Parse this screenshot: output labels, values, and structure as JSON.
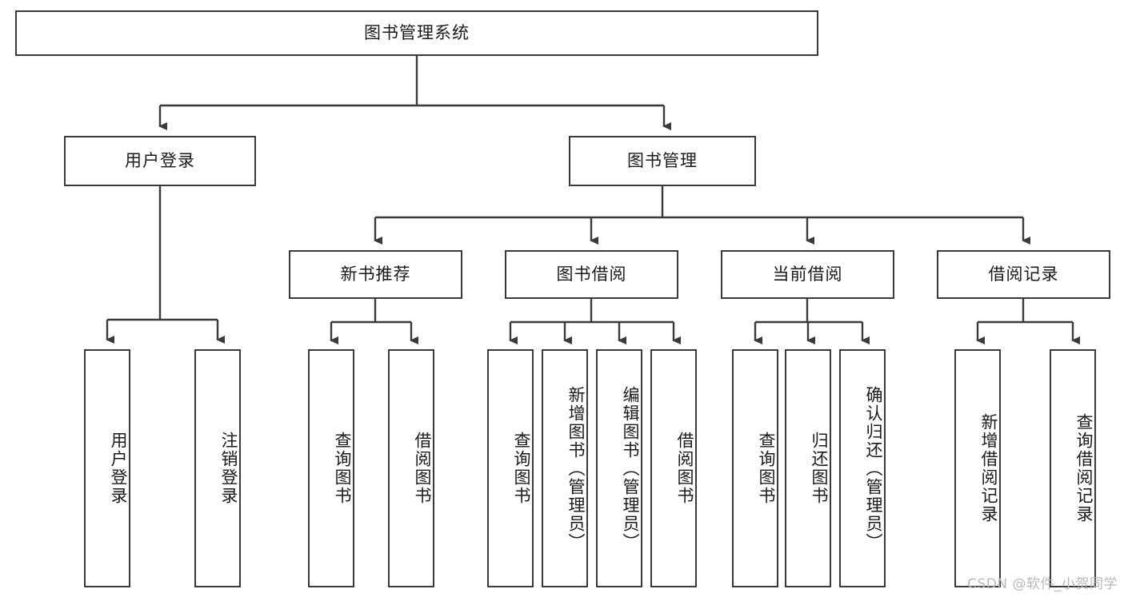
{
  "diagram": {
    "title": "图书管理系统",
    "type": "tree",
    "watermark": "CSDN @软件_小贺同学",
    "line_color": "#3a3a3a",
    "box_fill": "#ffffff",
    "text_color": "#1a1a1a",
    "root": {
      "label": "图书管理系统"
    },
    "level2": [
      {
        "label": "用户登录"
      },
      {
        "label": "图书管理"
      }
    ],
    "level3": [
      {
        "label": "新书推荐"
      },
      {
        "label": "图书借阅"
      },
      {
        "label": "当前借阅"
      },
      {
        "label": "借阅记录"
      }
    ],
    "leaves": {
      "user_login": [
        {
          "label": "用户登录"
        },
        {
          "label": "注销登录"
        }
      ],
      "new_book_recommend": [
        {
          "label": "查询图书"
        },
        {
          "label": "借阅图书"
        }
      ],
      "book_borrow": [
        {
          "label": "查询图书"
        },
        {
          "label": "新增图书（管理员）"
        },
        {
          "label": "编辑图书（管理员）"
        },
        {
          "label": "借阅图书"
        }
      ],
      "current_borrow": [
        {
          "label": "查询图书"
        },
        {
          "label": "归还图书"
        },
        {
          "label": "确认归还（管理员）"
        }
      ],
      "borrow_record": [
        {
          "label": "新增借阅记录"
        },
        {
          "label": "查询借阅记录"
        }
      ]
    }
  }
}
